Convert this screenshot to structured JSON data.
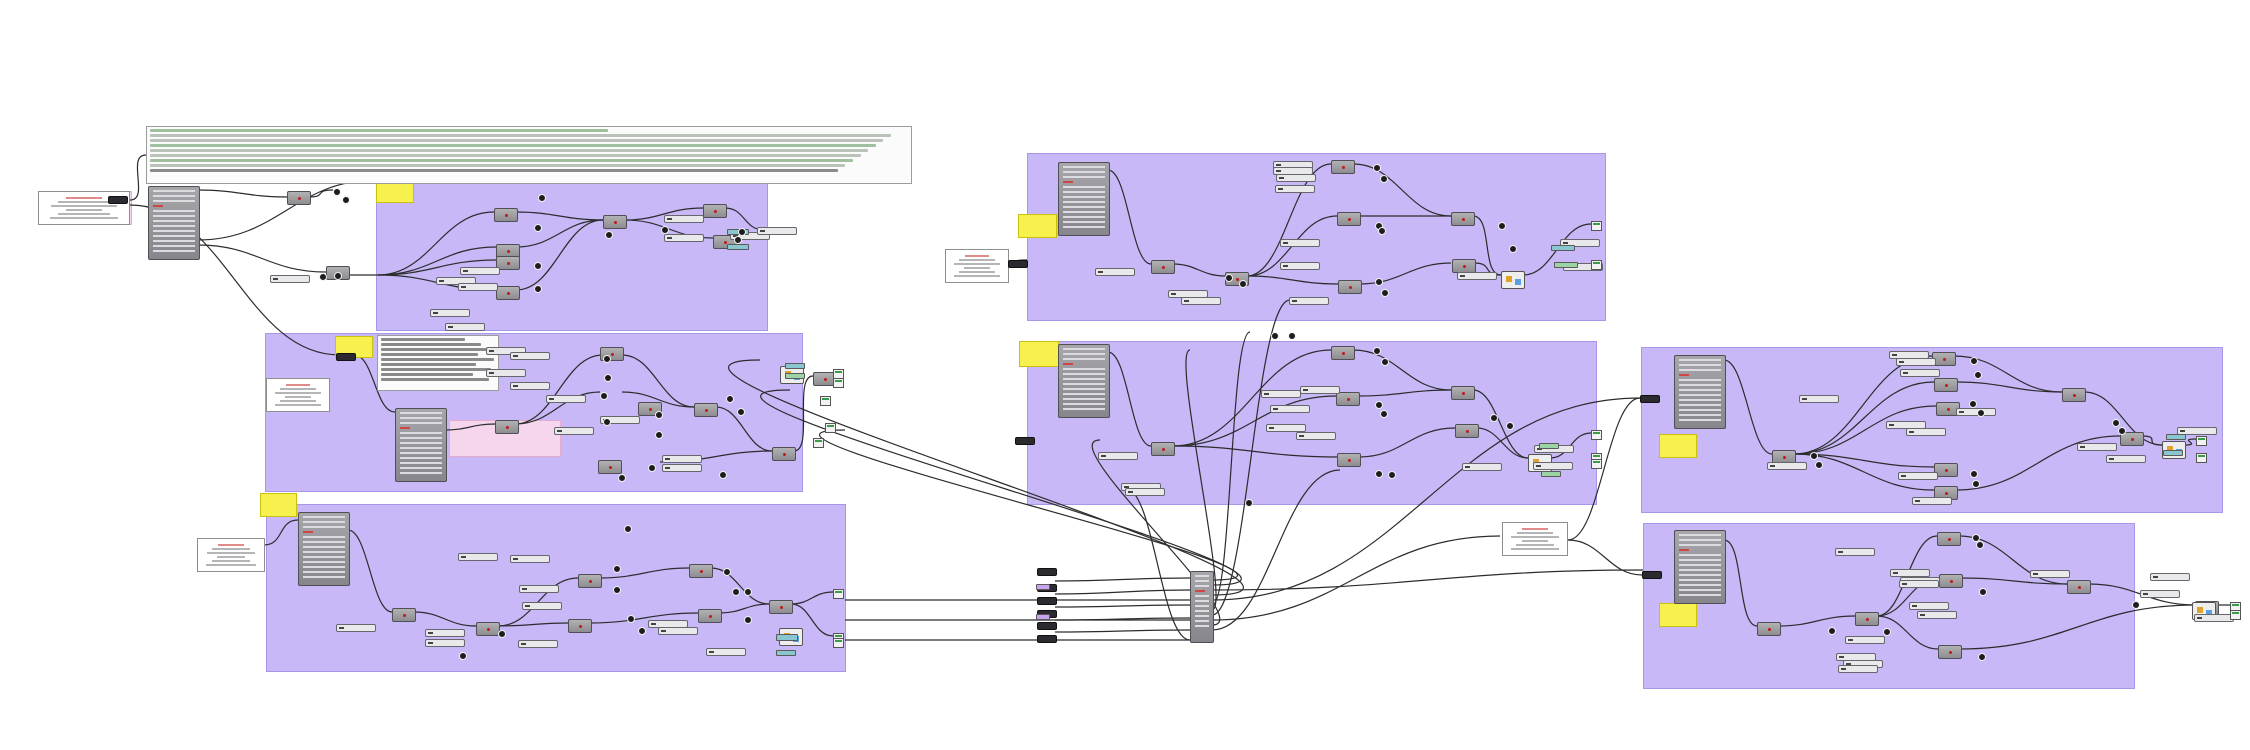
{
  "canvas": {
    "name": "grasshopper-definition-canvas",
    "background": "#ffffff",
    "group_color": "#c8b8f8",
    "group_border": "#a896e8",
    "note_color": "#f6f14d",
    "wire_color": "#2c2c2c"
  },
  "groups": [
    {
      "id": "g-top-left"
    },
    {
      "id": "g-mid-left"
    },
    {
      "id": "g-bottom-left"
    },
    {
      "id": "g-top-center"
    },
    {
      "id": "g-mid-center"
    },
    {
      "id": "g-top-right"
    },
    {
      "id": "g-bottom-right"
    },
    {
      "id": "g-pink-left"
    },
    {
      "id": "g-pink-mid"
    }
  ],
  "notes": [
    {
      "id": "note-1"
    },
    {
      "id": "note-2"
    },
    {
      "id": "note-3"
    },
    {
      "id": "note-4"
    },
    {
      "id": "note-5"
    },
    {
      "id": "note-6"
    },
    {
      "id": "note-7"
    }
  ],
  "icons": {
    "component": "gh-component-icon",
    "input_param": "input-param-icon",
    "output_param": "output-param-icon",
    "slider": "number-slider-icon",
    "preview": "custom-preview-icon",
    "note": "scribble-note-icon"
  }
}
